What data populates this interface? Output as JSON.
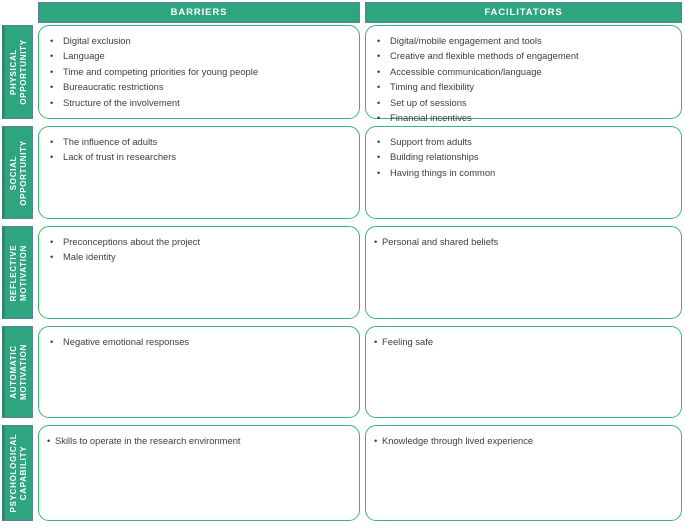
{
  "figure": {
    "type": "matrix-table",
    "colors": {
      "header_fill": "#2EA57E",
      "header_text": "#FFFFFF",
      "side_label_fill": "#2EA57E",
      "card_border": "#37B679",
      "card_fill": "#FFFFFF",
      "body_text": "#3B4044"
    }
  },
  "columns": [
    {
      "id": "barriers",
      "label": "BARRIERS"
    },
    {
      "id": "facilitators",
      "label": "FACILITATORS"
    }
  ],
  "rows": [
    {
      "id": "physical-opportunity",
      "label_lines": [
        "PHYSICAL",
        "OPPORTUNITY"
      ],
      "barriers": [
        "Digital exclusion",
        "Language",
        "Time and competing priorities for young people",
        "Bureaucratic restrictions",
        "Structure of the involvement"
      ],
      "facilitators": [
        "Digital/mobile engagement and tools",
        "Creative and flexible methods of engagement",
        "Accessible communication/language",
        "Timing and flexibility",
        "Set up of sessions",
        "Financial incentives"
      ]
    },
    {
      "id": "social-opportunity",
      "label_lines": [
        "SOCIAL",
        "OPPORTUNITY"
      ],
      "barriers": [
        "The influence of adults",
        "Lack of trust in researchers"
      ],
      "facilitators": [
        "Support from adults",
        "Building relationships",
        "Having things in common"
      ]
    },
    {
      "id": "reflective-motivation",
      "label_lines": [
        "REFLECTIVE",
        "MOTIVATION"
      ],
      "barriers": [
        "Preconceptions about the project",
        "Male identity"
      ],
      "facilitators": [
        "Personal and shared beliefs"
      ]
    },
    {
      "id": "automatic-motivation",
      "label_lines": [
        "AUTOMATIC",
        "MOTIVATION"
      ],
      "barriers": [
        "Negative emotional responses"
      ],
      "facilitators": [
        "Feeling safe"
      ]
    },
    {
      "id": "psychological-capability",
      "label_lines": [
        "PSYCHOLOGICAL",
        "CAPABILITY"
      ],
      "barriers": [
        "Skills to operate in the research environment"
      ],
      "facilitators": [
        "Knowledge through lived experience"
      ]
    }
  ]
}
